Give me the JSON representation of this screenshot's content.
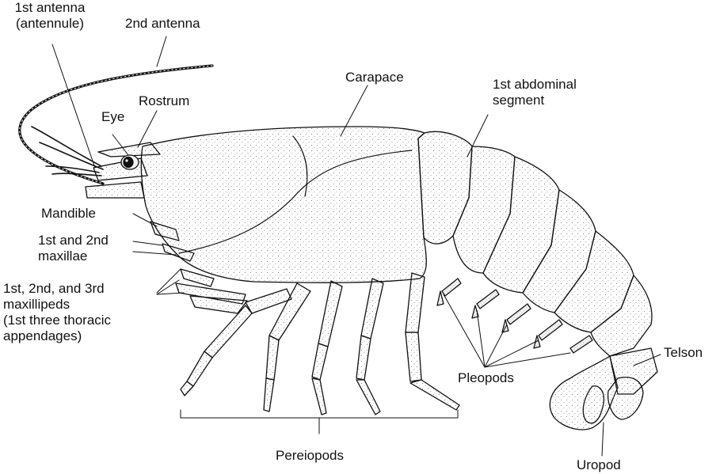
{
  "labels": {
    "antenna1_line1": "1st antenna",
    "antenna1_line2": "(antennule)",
    "antenna2": "2nd antenna",
    "eye": "Eye",
    "rostrum": "Rostrum",
    "carapace": "Carapace",
    "abdominal_line1": "1st abdominal",
    "abdominal_line2": "segment",
    "mandible": "Mandible",
    "maxillae_line1": "1st and 2nd",
    "maxillae_line2": "maxillae",
    "maxillipeds_line1": "1st, 2nd, and 3rd",
    "maxillipeds_line2": "maxillipeds",
    "maxillipeds_line3": "(1st three thoracic",
    "maxillipeds_line4": "appendages)",
    "telson": "Telson",
    "pleopods": "Pleopods",
    "pereiopods": "Pereiopods",
    "uropod": "Uropod"
  },
  "colors": {
    "ink": "#111111",
    "body_fill": "#f4f4f2",
    "stipple": "#6a6a6a"
  }
}
